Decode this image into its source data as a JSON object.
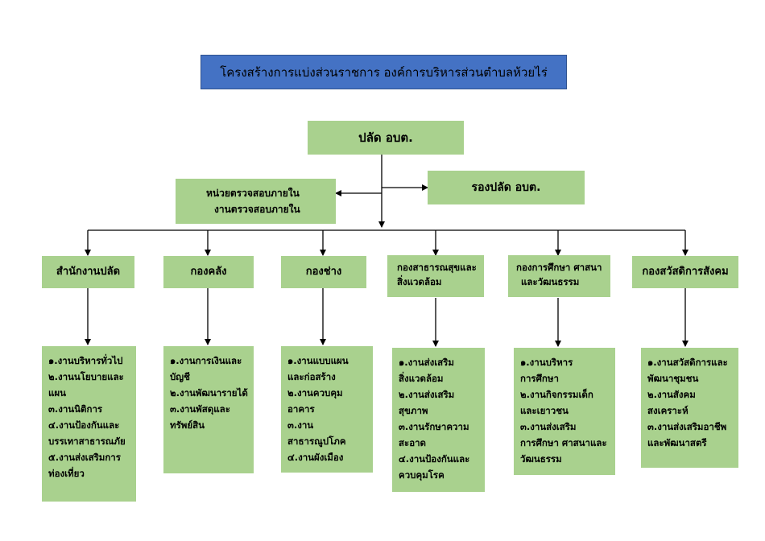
{
  "title": "โครงสร้างการแบ่งส่วนราชการ องค์การบริหารส่วนตำบลห้วยไร่",
  "top": "ปลัด อบต.",
  "deputy": "รองปลัด อบต.",
  "audit": [
    "หน่วยตรวจสอบภายใน",
    "งานตรวจสอบภายใน"
  ],
  "divisions": [
    {
      "name": [
        "สำนักงานปลัด"
      ],
      "tasks": [
        "๑.งานบริหารทั่วไป",
        "๒.งานนโยบายและ",
        "แผน",
        "๓.งานนิติการ",
        "๔.งานป้องกันและ",
        "บรรเทาสาธารณภัย",
        "๕.งานส่งเสริมการ",
        "ท่องเที่ยว"
      ]
    },
    {
      "name": [
        "กองคลัง"
      ],
      "tasks": [
        "๑.งานการเงินและ",
        "บัญชี",
        "๒.งานพัฒนารายได้",
        "๓.งานพัสดุและ",
        "ทรัพย์สิน"
      ]
    },
    {
      "name": [
        "กองช่าง"
      ],
      "tasks": [
        "๑.งานแบบแผน",
        "และก่อสร้าง",
        "๒.งานควบคุม",
        "อาคาร",
        "๓.งาน",
        "สาธารณูปโภค",
        "๔.งานผังเมือง"
      ]
    },
    {
      "name": [
        "กองสาธารณสุขและ",
        "สิ่งแวดล้อม"
      ],
      "tasks": [
        "๑.งานส่งเสริม",
        "สิ่งแวดล้อม",
        "๒.งานส่งเสริม",
        "สุขภาพ",
        "๓.งานรักษาความ",
        "สะอาด",
        "๔.งานป้องกันและ",
        "ควบคุมโรค"
      ]
    },
    {
      "name": [
        "กองการศึกษา ศาสนา",
        "และวัฒนธรรม"
      ],
      "tasks": [
        "๑.งานบริหาร",
        "การศึกษา",
        "๒.งานกิจกรรมเด็ก",
        "และเยาวชน",
        "๓.งานส่งเสริม",
        "การศึกษา ศาสนาและ",
        "วัฒนธรรม"
      ]
    },
    {
      "name": [
        "กองสวัสดิการสังคม"
      ],
      "tasks": [
        "๑.งานสวัสดิการและ",
        "พัฒนาชุมชน",
        "๒.งานสังคม",
        "สงเคราะห์",
        "๓.งานส่งเสริมอาชีพ",
        "และพัฒนาสตรี"
      ]
    }
  ]
}
